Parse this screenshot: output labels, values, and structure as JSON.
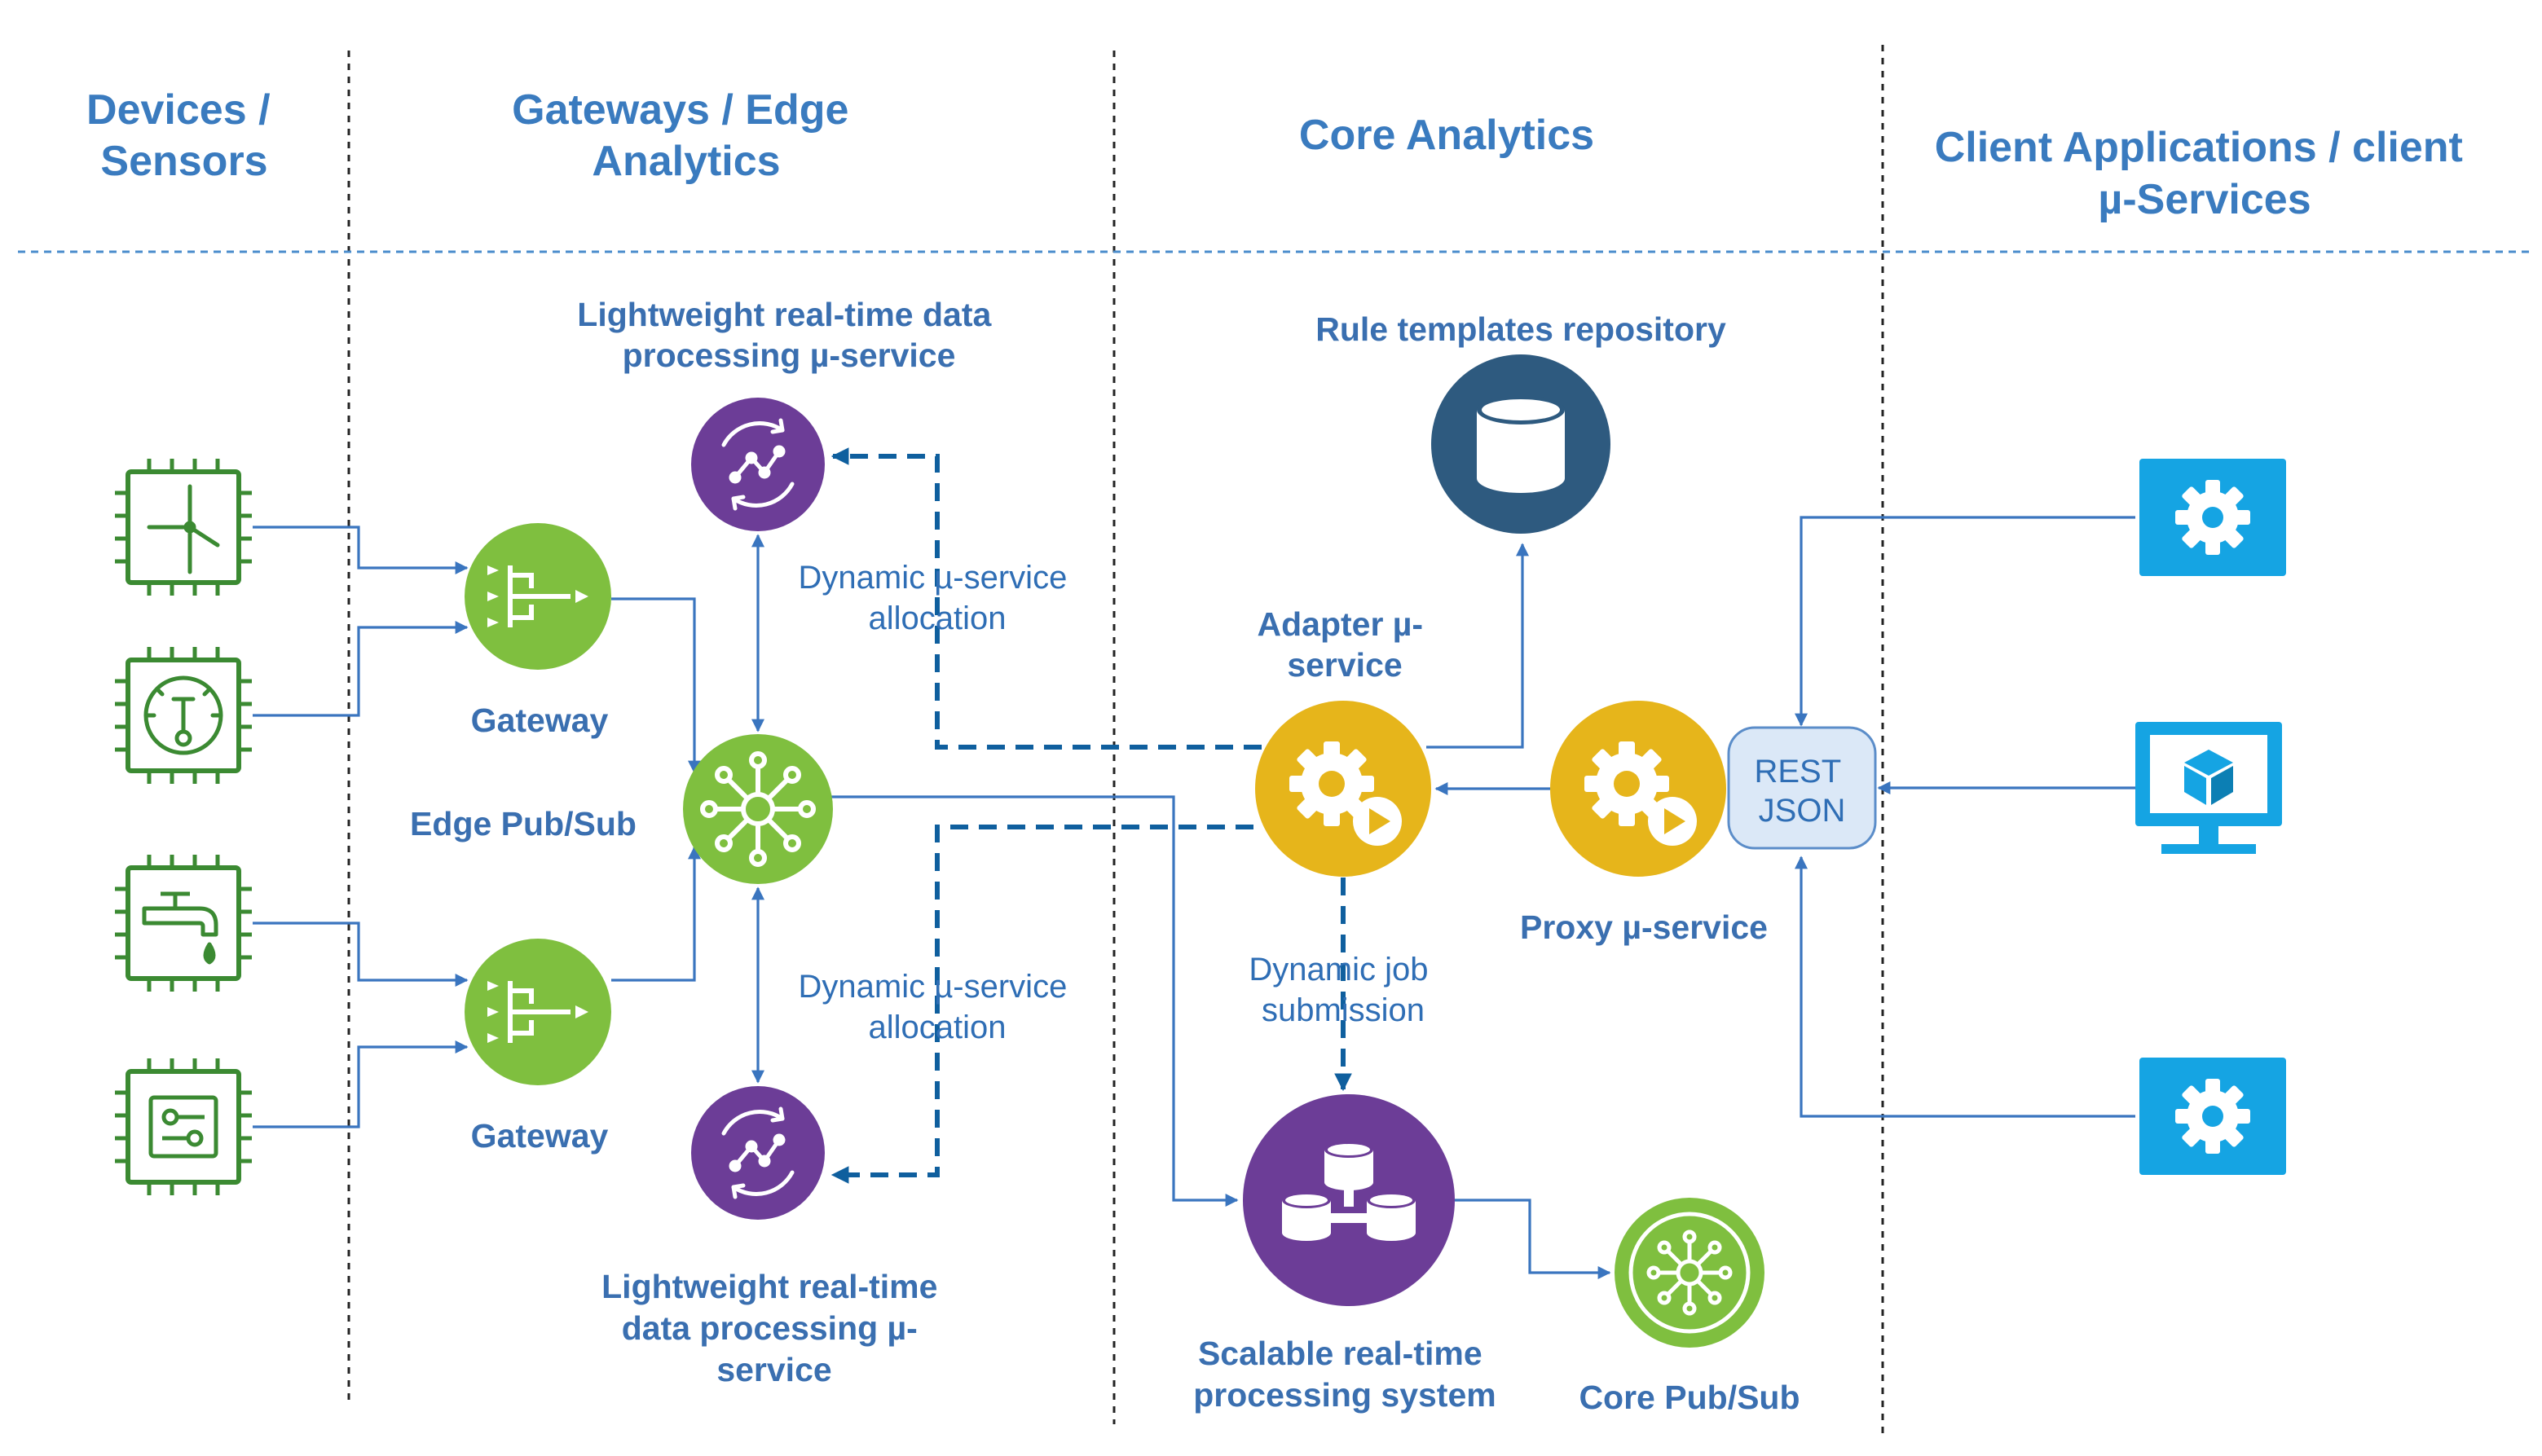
{
  "colors": {
    "heading": "#3a7bbf",
    "label": "#3a6fb0",
    "note": "#2f6eb5",
    "link": "#3a75bf",
    "dashed_link": "#0f5f9e",
    "divider": "#222222",
    "header_rule": "#4a8ccc",
    "sensor_green": "#3b8a32",
    "gateway_green": "#7fbf3f",
    "processor_purple": "#6c3d97",
    "service_yellow": "#e6b51b",
    "repository_navy": "#2e5a7f",
    "client_cyan": "#15a4e3",
    "rest_fill": "#dbe8f7",
    "rest_border": "#5b8dc9"
  },
  "headers": {
    "devices": [
      "Devices /",
      "Sensors"
    ],
    "gateways": [
      "Gateways / Edge",
      "Analytics"
    ],
    "core": [
      "Core Analytics"
    ],
    "clients": [
      "Client Applications / client",
      "µ-Services"
    ]
  },
  "labels": {
    "lightweight_top": [
      "Lightweight real-time data",
      "processing µ-service"
    ],
    "lightweight_bottom": [
      "Lightweight real-time",
      "data processing µ-",
      "service"
    ],
    "gateway_top": [
      "Gateway"
    ],
    "gateway_bottom": [
      "Gateway"
    ],
    "edge_pubsub": [
      "Edge Pub/Sub"
    ],
    "rule_repo": [
      "Rule templates repository"
    ],
    "adapter": [
      "Adapter µ-",
      "service"
    ],
    "proxy": [
      "Proxy µ-service"
    ],
    "scalable": [
      "Scalable real-time",
      "processing system"
    ],
    "core_pubsub": [
      "Core Pub/Sub"
    ],
    "rest": [
      "REST",
      "JSON"
    ]
  },
  "notes": {
    "alloc_top": [
      "Dynamic µ-service",
      "allocation"
    ],
    "alloc_bottom": [
      "Dynamic µ-service",
      "allocation"
    ],
    "job": [
      "Dynamic job",
      "submission"
    ]
  },
  "nodes": {
    "sensors": [
      {
        "name": "wind-turbine-sensor",
        "icon": "wind-turbine-icon"
      },
      {
        "name": "gauge-sensor",
        "icon": "gauge-icon"
      },
      {
        "name": "water-tap-sensor",
        "icon": "water-tap-icon"
      },
      {
        "name": "circuit-sensor",
        "icon": "circuit-board-icon"
      }
    ],
    "clients": [
      {
        "name": "client-service-top",
        "icon": "gear-icon"
      },
      {
        "name": "client-application",
        "icon": "monitor-cube-icon"
      },
      {
        "name": "client-service-bottom",
        "icon": "gear-icon"
      }
    ]
  }
}
